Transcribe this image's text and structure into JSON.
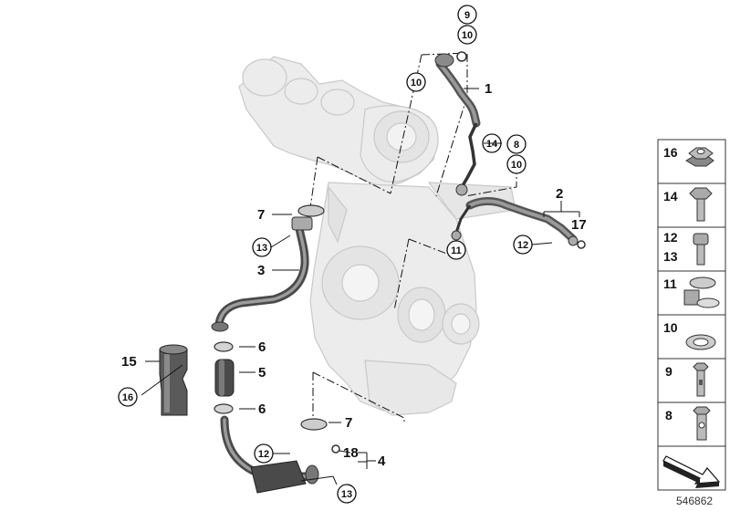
{
  "diagram": {
    "code": "546862",
    "callouts": {
      "c1": "1",
      "c2": "2",
      "c3": "3",
      "c4": "4",
      "c5": "5",
      "c6a": "6",
      "c6b": "6",
      "c7a": "7",
      "c7b": "7",
      "c15": "15",
      "c17": "17",
      "c18": "18"
    },
    "circled": {
      "o9": "9",
      "o10a": "10",
      "o10b": "10",
      "o10c": "10",
      "o8": "8",
      "o14": "14",
      "o11": "11",
      "o12a": "12",
      "o12b": "12",
      "o13a": "13",
      "o13b": "13",
      "o16": "16"
    },
    "legend": [
      {
        "label": "16",
        "icon": "flange-nut-icon"
      },
      {
        "label": "14",
        "icon": "hex-bolt-icon"
      },
      {
        "label": "12\n13",
        "icon": "socket-screw-icon"
      },
      {
        "label": "11",
        "icon": "clip-washer-icon"
      },
      {
        "label": "10",
        "icon": "sealing-ring-icon"
      },
      {
        "label": "9",
        "icon": "banjo-bolt-icon"
      },
      {
        "label": "8",
        "icon": "hollow-bolt-icon"
      },
      {
        "label": "",
        "icon": "arrow-icon"
      }
    ]
  }
}
